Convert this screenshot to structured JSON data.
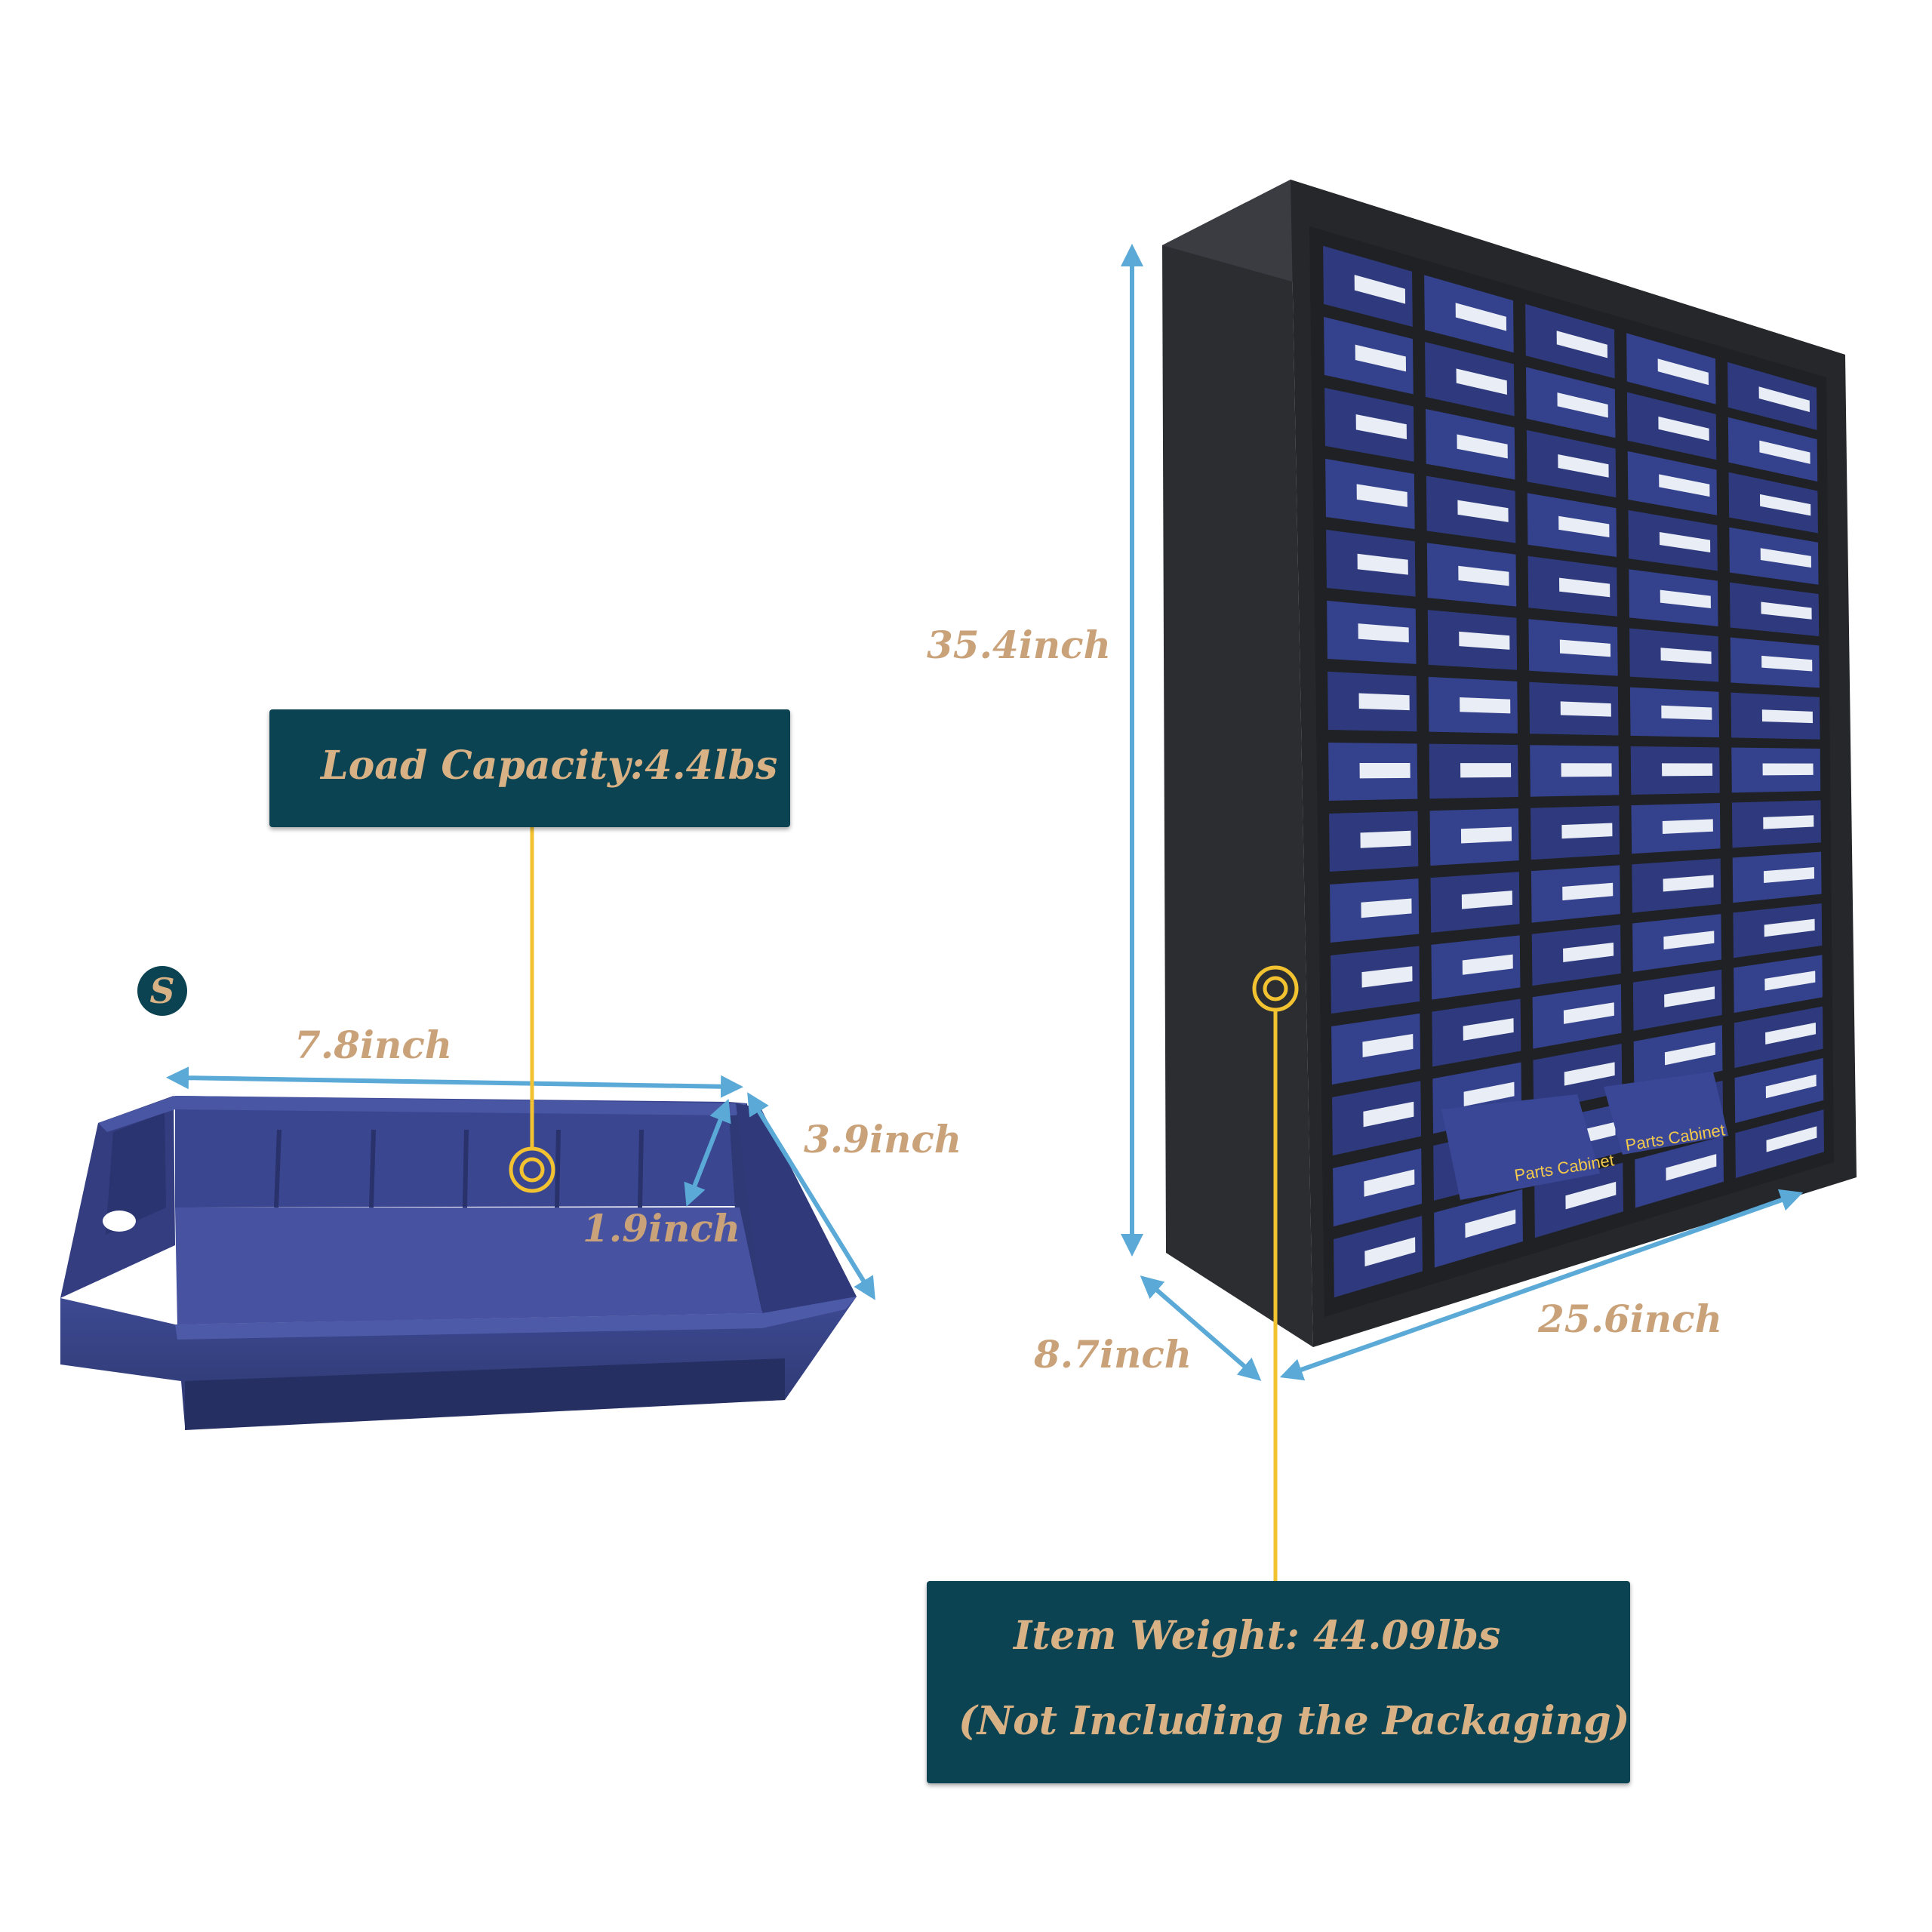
{
  "drawer": {
    "size_badge": "S",
    "length_label": "7.8inch",
    "width_label": "3.9inch",
    "height_label": "1.9inch"
  },
  "load_capacity": {
    "text": "Load Capacity:4.4lbs"
  },
  "cabinet": {
    "height_label": "35.4inch",
    "depth_label": "8.7inch",
    "width_label": "25.6inch",
    "drawer_label_text": "Parts Cabinet"
  },
  "item_weight": {
    "line1": "Item Weight: 44.09lbs",
    "line2": "(Not Including the Packaging)"
  },
  "colors": {
    "dimension_arrow": "#5aa9d6",
    "label_text": "#c9a27a",
    "callout_box": "#0b4352",
    "leader_line": "#f2c230",
    "drawer_blue": "#34407f",
    "cabinet_frame": "#2d2f33"
  }
}
